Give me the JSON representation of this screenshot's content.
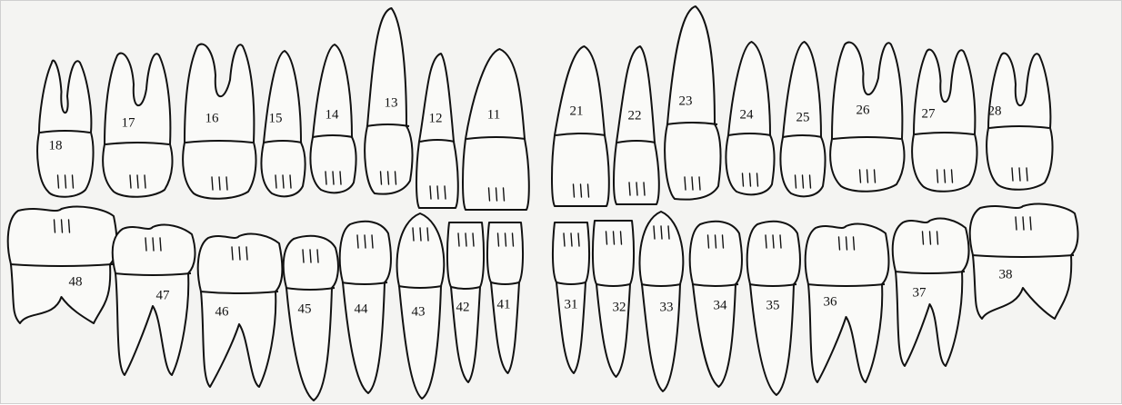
{
  "diagram": {
    "teeth": [
      {
        "id": "18",
        "arch": "upper",
        "type": "molar"
      },
      {
        "id": "17",
        "arch": "upper",
        "type": "molar"
      },
      {
        "id": "16",
        "arch": "upper",
        "type": "molar"
      },
      {
        "id": "15",
        "arch": "upper",
        "type": "premolar"
      },
      {
        "id": "14",
        "arch": "upper",
        "type": "premolar"
      },
      {
        "id": "13",
        "arch": "upper",
        "type": "canine"
      },
      {
        "id": "12",
        "arch": "upper",
        "type": "incisor"
      },
      {
        "id": "11",
        "arch": "upper",
        "type": "incisor"
      },
      {
        "id": "21",
        "arch": "upper",
        "type": "incisor"
      },
      {
        "id": "22",
        "arch": "upper",
        "type": "incisor"
      },
      {
        "id": "23",
        "arch": "upper",
        "type": "canine"
      },
      {
        "id": "24",
        "arch": "upper",
        "type": "premolar"
      },
      {
        "id": "25",
        "arch": "upper",
        "type": "premolar"
      },
      {
        "id": "26",
        "arch": "upper",
        "type": "molar"
      },
      {
        "id": "27",
        "arch": "upper",
        "type": "molar"
      },
      {
        "id": "28",
        "arch": "upper",
        "type": "molar"
      },
      {
        "id": "48",
        "arch": "lower",
        "type": "molar"
      },
      {
        "id": "47",
        "arch": "lower",
        "type": "molar"
      },
      {
        "id": "46",
        "arch": "lower",
        "type": "molar"
      },
      {
        "id": "45",
        "arch": "lower",
        "type": "premolar"
      },
      {
        "id": "44",
        "arch": "lower",
        "type": "premolar"
      },
      {
        "id": "43",
        "arch": "lower",
        "type": "canine"
      },
      {
        "id": "42",
        "arch": "lower",
        "type": "incisor"
      },
      {
        "id": "41",
        "arch": "lower",
        "type": "incisor"
      },
      {
        "id": "31",
        "arch": "lower",
        "type": "incisor"
      },
      {
        "id": "32",
        "arch": "lower",
        "type": "incisor"
      },
      {
        "id": "33",
        "arch": "lower",
        "type": "canine"
      },
      {
        "id": "34",
        "arch": "lower",
        "type": "premolar"
      },
      {
        "id": "35",
        "arch": "lower",
        "type": "premolar"
      },
      {
        "id": "36",
        "arch": "lower",
        "type": "molar"
      },
      {
        "id": "37",
        "arch": "lower",
        "type": "molar"
      },
      {
        "id": "38",
        "arch": "lower",
        "type": "molar"
      }
    ]
  }
}
